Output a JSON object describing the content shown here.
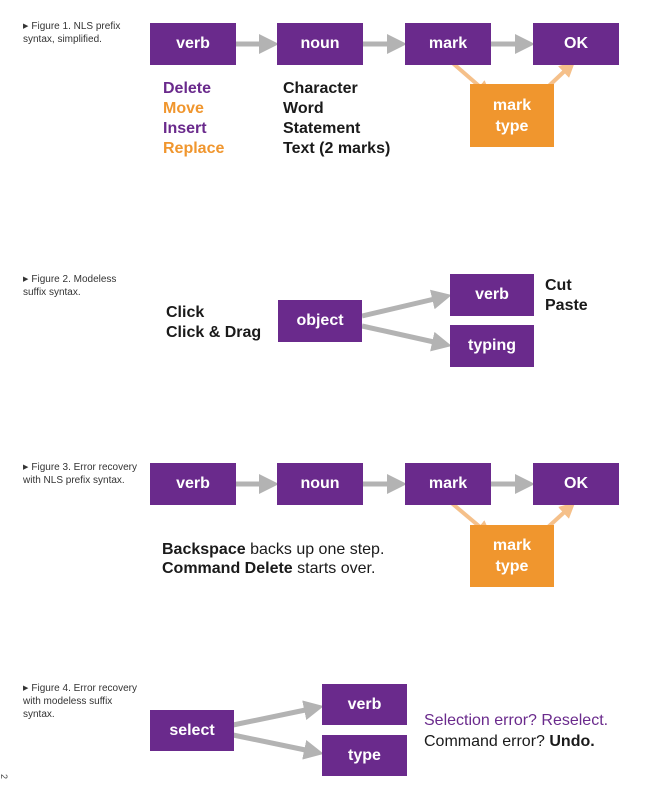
{
  "fig1": {
    "caption": "Figure 1. NLS prefix syntax, simplified.",
    "verb": "verb",
    "noun": "noun",
    "mark": "mark",
    "ok": "OK",
    "mark_type_1": "mark",
    "mark_type_2": "type",
    "verbs": [
      "Delete",
      "Move",
      "Insert",
      "Replace"
    ],
    "nouns": [
      "Character",
      "Word",
      "Statement",
      "Text (2 marks)"
    ]
  },
  "fig2": {
    "caption": "Figure 2. Modeless suffix syntax.",
    "actions": [
      "Click",
      "Click & Drag"
    ],
    "object": "object",
    "verb": "verb",
    "typing": "typing",
    "verb_examples": [
      "Cut",
      "Paste"
    ]
  },
  "fig3": {
    "caption": "Figure 3. Error recovery with NLS prefix syntax.",
    "verb": "verb",
    "noun": "noun",
    "mark": "mark",
    "ok": "OK",
    "mark_type_1": "mark",
    "mark_type_2": "type",
    "line1_bold": "Backspace",
    "line1_rest": " backs up one step.",
    "line2_bold": "Command Delete",
    "line2_rest": " starts over."
  },
  "fig4": {
    "caption": "Figure 4. Error recovery with modeless suffix syntax.",
    "select": "select",
    "verb": "verb",
    "type": "type",
    "selection_error": "Selection error? Reselect.",
    "command_error_prefix": "Command error? ",
    "command_error_bold": "Undo."
  },
  "page_number": "2",
  "colors": {
    "purple": "#6a2a8c",
    "orange": "#f0962e",
    "arrow_gray": "#b3b3b3",
    "arrow_peach": "#f5c08a"
  }
}
